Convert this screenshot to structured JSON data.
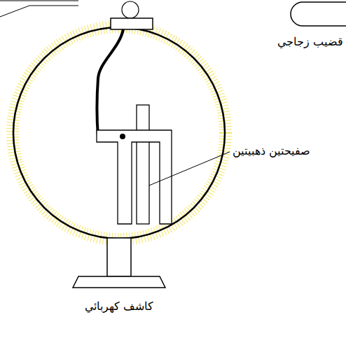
{
  "diagram": {
    "labels": [
      "قضيب زجاجي",
      "صفيحتين ذهبيتين",
      "كاشف كهربائي"
    ]
  }
}
